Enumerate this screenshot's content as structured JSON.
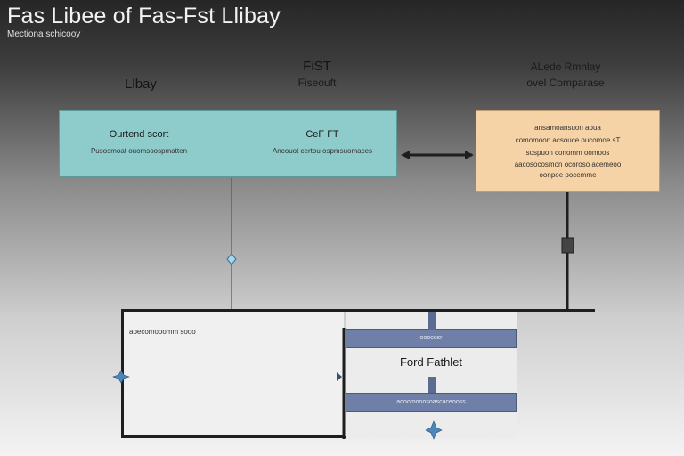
{
  "header": {
    "title": "Fas  Libee of Fas-Fst Llibay",
    "subtitle": "Mectiona schicooy"
  },
  "columns": {
    "left_label": "Llbay",
    "middle_label": "FiST",
    "middle_sublabel": "Fiseouft",
    "right_label": "ALedo Rmnlay",
    "right_sublabel": "ovel  Comparase"
  },
  "teal_box": {
    "left_title": "Ourtend scort",
    "left_text": "Pusosmoat  ouomsoospmatten",
    "right_title": "CeF FT",
    "right_text": "Ancouot  certou ospmsuomaces"
  },
  "peach_box": {
    "lines": [
      "ansamoansuon aoua",
      "comomoon   acsouce   oucomoe  sT",
      "sospuon   conomm   oomoos",
      "aacosocosmon    ocoroso    acemeoo",
      "oonpoe   pocemme"
    ]
  },
  "panel": {
    "label": "aoecomooomm sooo",
    "inner_top": "ooocosr",
    "inner_center": "Ford  Fathlet",
    "inner_bottom": "aooomooosoascaceooss"
  },
  "colors": {
    "teal": "#8ecbcb",
    "peach": "#f6d3a6",
    "bar": "#6e7fa8",
    "connector": "#1e1e1e",
    "marker": "#4d86b8"
  }
}
